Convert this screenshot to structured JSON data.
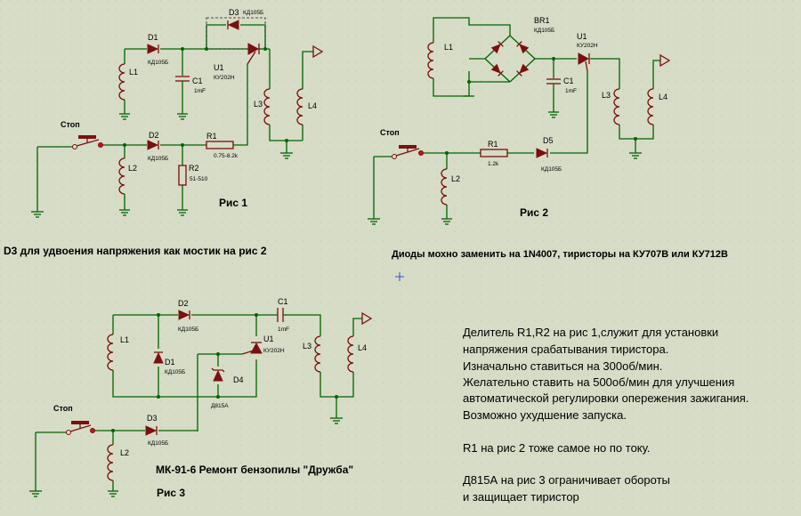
{
  "colors": {
    "background": "#d6dcc6",
    "wire": "#006400",
    "component": "#7a1010",
    "grid_dot": "#bfc6ad"
  },
  "fig1": {
    "caption": "Рис 1",
    "stop": "Стоп",
    "d1": "D1",
    "d1v": "КД105Б",
    "d3": "D3",
    "d3v": "КД105Б",
    "c1": "C1",
    "c1v": "1mF",
    "u1": "U1",
    "u1v": "КУ202Н",
    "l1": "L1",
    "l2": "L2",
    "l3": "L3",
    "l4": "L4",
    "d2": "D2",
    "d2v": "КД105Б",
    "r1": "R1",
    "r1v": "0.75-8.2k",
    "r2": "R2",
    "r2v": "51-510"
  },
  "fig2": {
    "caption": "Рис 2",
    "stop": "Стоп",
    "l1": "L1",
    "br1": "BR1",
    "br1v": "КД105Б",
    "u1": "U1",
    "u1v": "КУ202Н",
    "c1": "C1",
    "c1v": "1mF",
    "l3": "L3",
    "l4": "L4",
    "l2": "L2",
    "r1": "R1",
    "r1v": "1.2k",
    "d5": "D5",
    "d5v": "КД105Б"
  },
  "fig3": {
    "caption": "Рис 3",
    "title": "МК-91-6 Ремонт бензопилы \"Дружба\"",
    "stop": "Стоп",
    "d2": "D2",
    "d2v": "КД105Б",
    "c1": "C1",
    "c1v": "1mF",
    "l1": "L1",
    "d1": "D1",
    "d1v": "КД105Б",
    "u1": "U1",
    "u1v": "КУ202Н",
    "d4": "D4",
    "d4v": "Д815А",
    "l3": "L3",
    "l4": "L4",
    "l2": "L2",
    "d3": "D3",
    "d3v": "КД105Б"
  },
  "notes": {
    "d3_note": "D3 для удвоения напряжения как мостик на рис 2",
    "diodes_note": "Диоды мохно заменить на 1N4007, тиристоры на КУ707В или КУ712В",
    "para": [
      "Делитель R1,R2 на рис 1,служит для установки",
      "напряжения срабатывания тиристора.",
      "Изначально ставиться на 300об/мин.",
      "Желательно ставить на 500об/мин для улучшения",
      "автоматической регулировки опережения зажигания.",
      "Возможно ухудшение запуска.",
      "",
      "R1 на рис 2 тоже самое но по току.",
      "",
      "Д815А на рис 3 ограничивает обороты",
      "и защищает тиристор"
    ]
  }
}
